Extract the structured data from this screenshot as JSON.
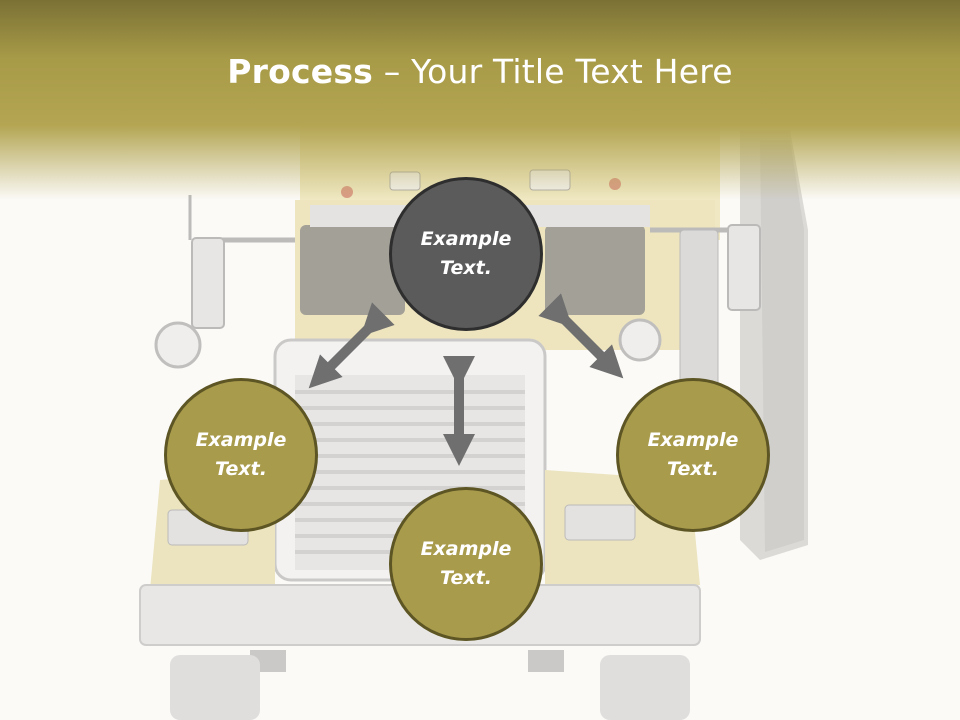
{
  "title": {
    "bold_part": "Process",
    "rest_part": " – Your Title Text Here"
  },
  "colors": {
    "header_dark": "#7b7135",
    "header_gold": "#b3a552",
    "circle_gold": "#a99b4c",
    "circle_dark": "#5b5b5b",
    "arrow": "#6f6f6f"
  },
  "process": {
    "top": "Example Text.",
    "left": "Example Text.",
    "right": "Example Text.",
    "bottom": "Example Text."
  }
}
